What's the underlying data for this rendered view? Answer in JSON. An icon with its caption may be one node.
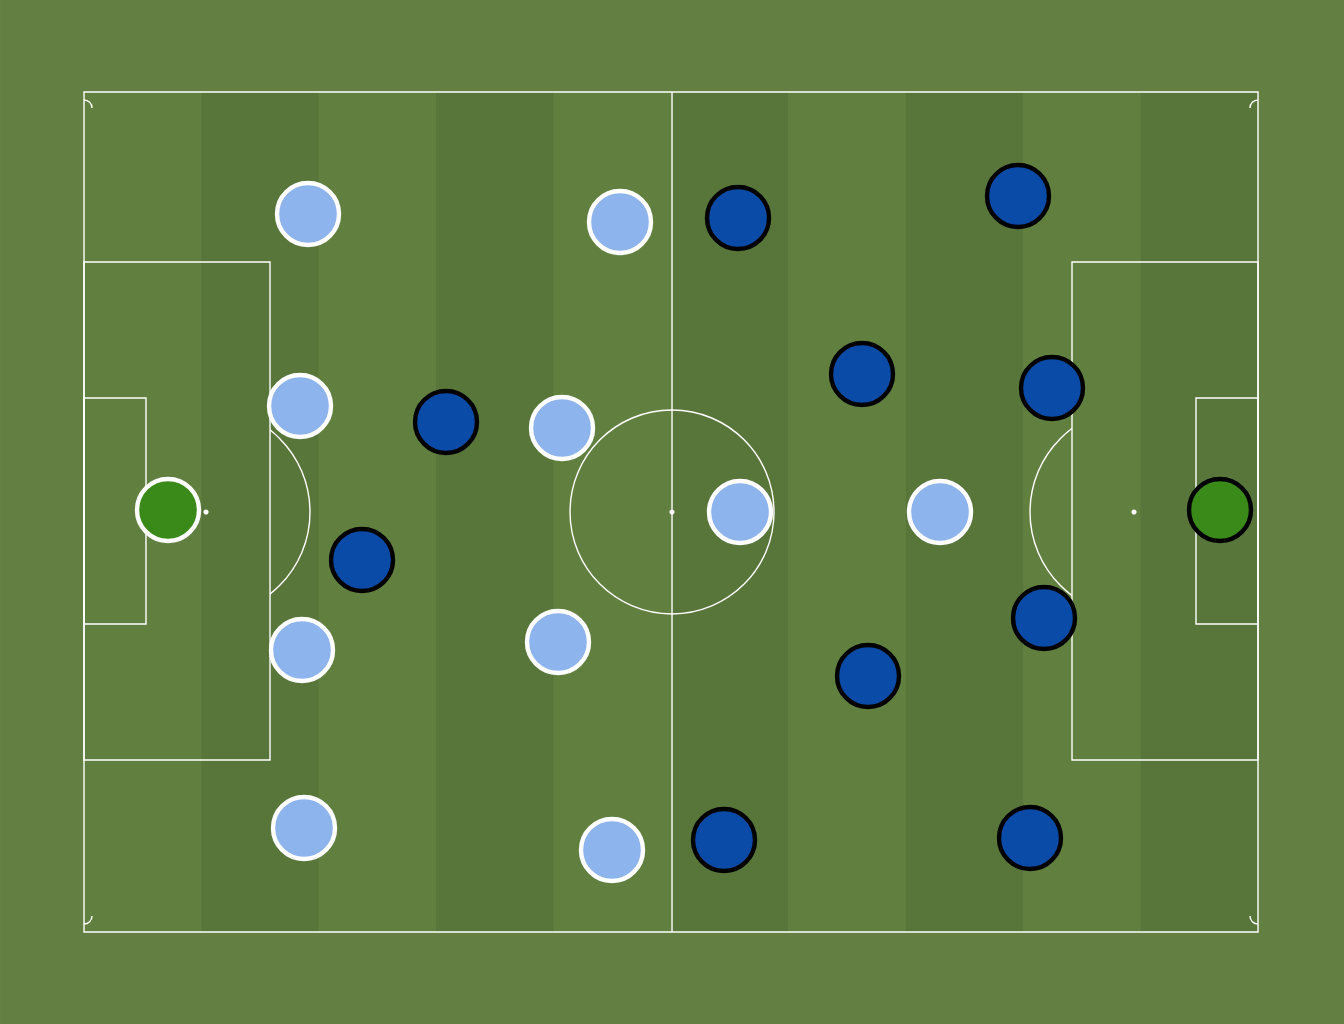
{
  "diagram": {
    "nodes": [
      {
        "text": [],
        "shape": "circle"
      },
      {
        "text": [],
        "shape": "circle"
      },
      {
        "text": [],
        "shape": "circle"
      },
      {
        "text": [],
        "shape": "circle"
      },
      {
        "text": [],
        "shape": "circle"
      },
      {
        "text": [],
        "shape": "circle"
      },
      {
        "text": [],
        "shape": "circle"
      },
      {
        "text": [],
        "shape": "circle"
      },
      {
        "text": [],
        "shape": "circle"
      },
      {
        "text": [],
        "shape": "circle"
      },
      {
        "text": [],
        "shape": "circle"
      },
      {
        "text": [],
        "shape": "circle"
      },
      {
        "text": [],
        "shape": "circle"
      },
      {
        "text": [],
        "shape": "circle"
      },
      {
        "text": [],
        "shape": "circle"
      },
      {
        "text": [],
        "shape": "circle"
      },
      {
        "text": [],
        "shape": "circle"
      },
      {
        "text": [],
        "shape": "circle"
      },
      {
        "text": [],
        "shape": "circle"
      },
      {
        "text": [],
        "shape": "circle"
      },
      {
        "text": [],
        "shape": "circle"
      },
      {
        "text": [],
        "shape": "circle"
      }
    ]
  }
}
